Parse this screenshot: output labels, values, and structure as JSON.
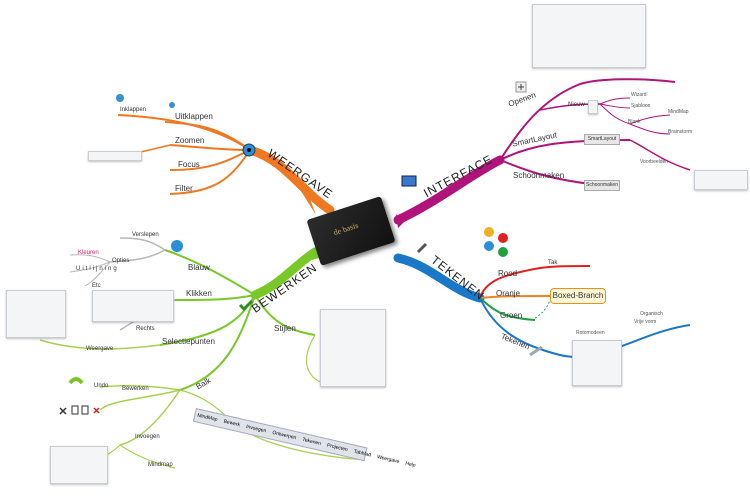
{
  "center": {
    "book_title": "de basis"
  },
  "branches": {
    "weergave": {
      "label": "WEERGAVE",
      "color": "#f07820",
      "items": [
        "Inklappen",
        "Uitklappen",
        "Zoomen",
        "Focus",
        "Filter"
      ]
    },
    "interface": {
      "label": "INTERFACE",
      "color": "#b0147a",
      "items": [
        "Openen",
        "Nieuw",
        "Wizard",
        "Sjabloon",
        "Blank",
        "MindMap",
        "Brainstorm",
        "SmartLayout",
        "Voorbeelden",
        "Schoonmaken"
      ],
      "buttons": [
        "SmartLayout",
        "Schoonmaken"
      ]
    },
    "tekenen": {
      "label": "TEKENEN",
      "color": "#1a78c8",
      "items": [
        "Rood",
        "Oranje",
        "Groen",
        "Tak",
        "Boxed-Branch",
        "Tekenen",
        "Rotomodeen",
        "Organisch",
        "Vrije vorm"
      ]
    },
    "bewerken": {
      "label": "BEWERKEN",
      "color": "#78c828",
      "items": [
        "Verslepen",
        "Blauw",
        "Opties",
        "Kleuren",
        "Uitlijning",
        "Etc",
        "Klikken",
        "Rechts",
        "Selectiepunten",
        "Weergave",
        "Stijlen",
        "Balk",
        "Undo",
        "Bewerken",
        "Invoegen",
        "Mindmap"
      ],
      "option_colors": [
        "Kleuren"
      ]
    }
  },
  "menubar_items": [
    "MindMap",
    "Bewerk",
    "Invoegen",
    "Ontwerpen",
    "Tekenen",
    "Projecten",
    "Tabblad",
    "Weergave",
    "Help"
  ],
  "colors": {
    "weergave": "#f07820",
    "interface": "#b0147a",
    "tekenen": "#1a78c8",
    "bewerken": "#78c828",
    "grey": "#b8b8b8",
    "subgreen": "#a8d050"
  }
}
